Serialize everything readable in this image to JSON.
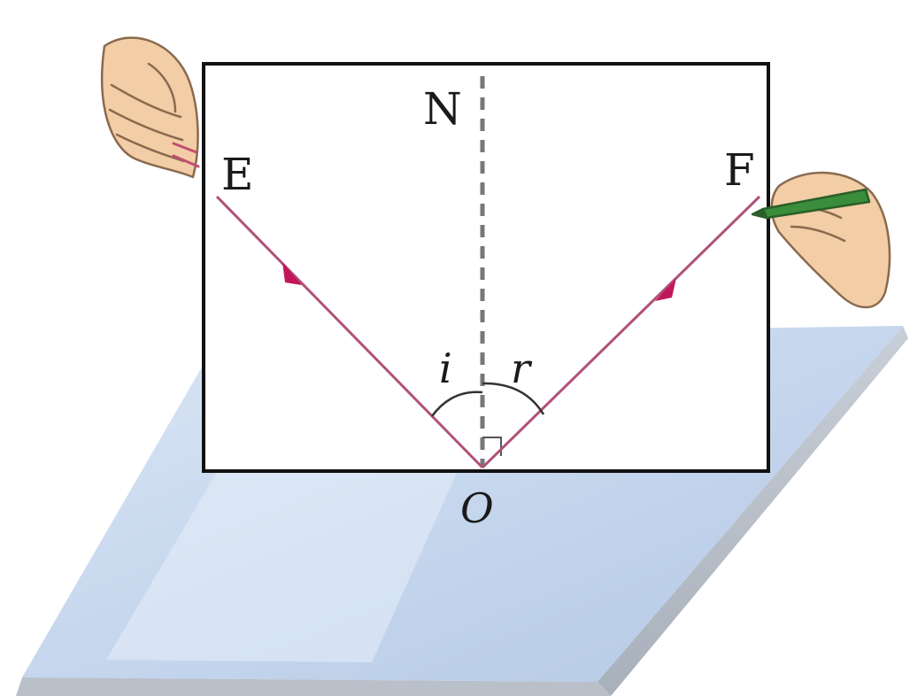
{
  "diagram": {
    "labels": {
      "normal": "N",
      "incident_start": "E",
      "reflected_end": "F",
      "incidence_angle": "i",
      "reflection_angle": "r",
      "point_of_incidence": "O"
    },
    "colors": {
      "ray": "#b0527a",
      "arrow": "#c2185b",
      "board_border": "#111111",
      "normal_line": "#777777",
      "mirror_top": "#c9d9ee",
      "mirror_edge": "#b7bfca",
      "skin": "#f2cda6",
      "pencil": "#3a8d3a"
    },
    "icons": [
      "left-hand-icon",
      "right-hand-with-pen-icon",
      "plane-mirror-icon"
    ]
  }
}
